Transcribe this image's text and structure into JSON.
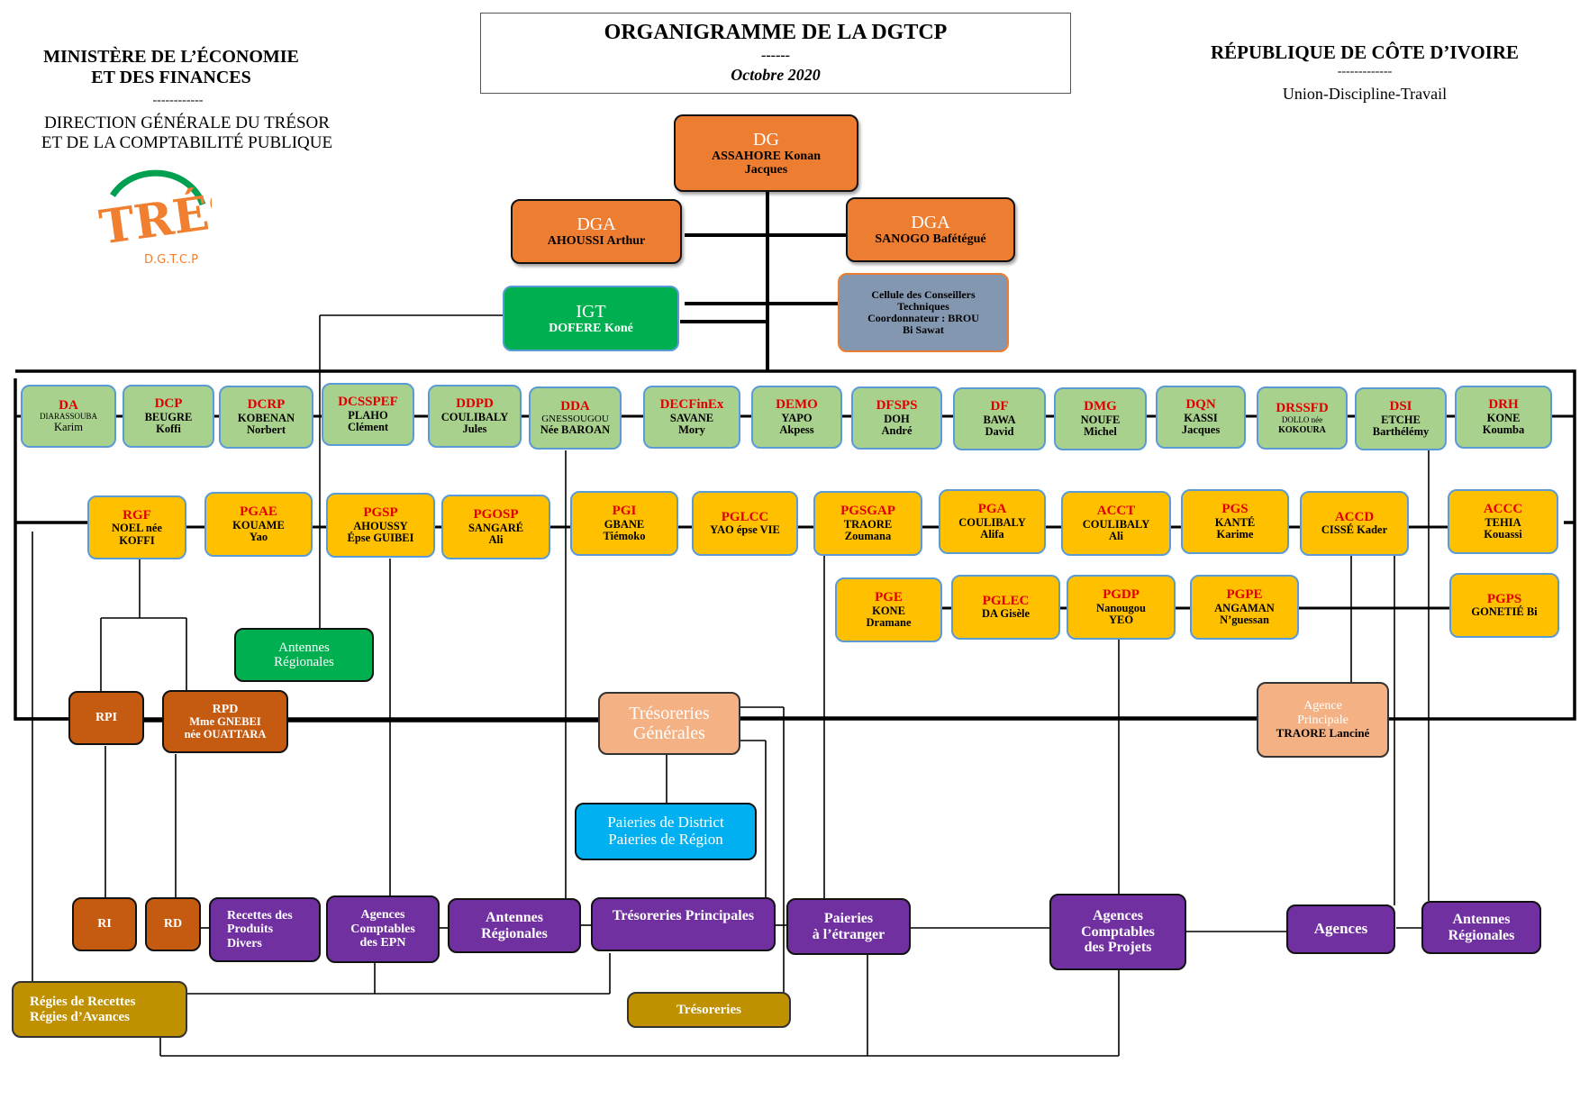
{
  "header": {
    "left_line1": "MINISTÈRE DE L’ÉCONOMIE",
    "left_line2": "ET DES FINANCES",
    "left_sep": "------------",
    "left_line3": "DIRECTION GÉNÉRALE DU TRÉSOR",
    "left_line4": "ET DE LA COMPTABILITÉ PUBLIQUE",
    "title": "ORGANIGRAMME DE LA DGTCP",
    "title_sep": "------",
    "date": "Octobre 2020",
    "right_line1": "RÉPUBLIQUE DE CÔTE D’IVOIRE",
    "right_sep": "-------------",
    "right_line2": "Union-Discipline-Travail"
  },
  "logo": {
    "letters": "TRÉSOR",
    "sub": "D.G.T.C.P"
  },
  "top": {
    "dg": {
      "title": "DG",
      "name1": "ASSAHORE Konan",
      "name2": "Jacques"
    },
    "dga1": {
      "title": "DGA",
      "name": "AHOUSSI Arthur"
    },
    "dga2": {
      "title": "DGA",
      "name": "SANOGO Bafétégué"
    },
    "igt": {
      "title": "IGT",
      "name": "DOFERE Koné"
    },
    "cell": {
      "l1": "Cellule des Conseillers",
      "l2": "Techniques",
      "l3": "Coordonnateur : BROU",
      "l4": "Bi Sawat"
    }
  },
  "directions": [
    {
      "t": "DA",
      "n1": "DIARASSOUBA",
      "n2": "Karim"
    },
    {
      "t": "DCP",
      "n1": "BEUGRE",
      "n2": "Koffi"
    },
    {
      "t": "DCRP",
      "n1": "KOBENAN",
      "n2": "Norbert"
    },
    {
      "t": "DCSSPEF",
      "n1": "PLAHO",
      "n2": "Clément"
    },
    {
      "t": "DDPD",
      "n1": "COULIBALY",
      "n2": "Jules"
    },
    {
      "t": "DDA",
      "n1": "GNESSOUGOU",
      "n2": "Née BAROAN"
    },
    {
      "t": "DECFinEx",
      "n1": "SAVANE",
      "n2": "Mory"
    },
    {
      "t": "DEMO",
      "n1": "YAPO",
      "n2": "Akpess"
    },
    {
      "t": "DFSPS",
      "n1": "DOH",
      "n2": "André"
    },
    {
      "t": "DF",
      "n1": "BAWA",
      "n2": "David"
    },
    {
      "t": "DMG",
      "n1": "NOUFE",
      "n2": "Michel"
    },
    {
      "t": "DQN",
      "n1": "KASSI",
      "n2": "Jacques"
    },
    {
      "t": "DRSSFD",
      "n1": "DOLLO née",
      "n2": "KOKOURA"
    },
    {
      "t": "DSI",
      "n1": "ETCHE",
      "n2": "Barthélémy"
    },
    {
      "t": "DRH",
      "n1": "KONE",
      "n2": "Koumba"
    }
  ],
  "postes1": [
    {
      "t": "RGF",
      "n1": "NOEL née",
      "n2": "KOFFI"
    },
    {
      "t": "PGAE",
      "n1": "KOUAME",
      "n2": "Yao"
    },
    {
      "t": "PGSP",
      "n1": "AHOUSSY",
      "n2": "Épse GUIBEI"
    },
    {
      "t": "PGOSP",
      "n1": "SANGARÉ",
      "n2": "Ali"
    },
    {
      "t": "PGI",
      "n1": "GBANE",
      "n2": "Tiémoko"
    },
    {
      "t": "PGLCC",
      "n1": "YAO épse VIE",
      "n2": ""
    },
    {
      "t": "PGSGAP",
      "n1": "TRAORE",
      "n2": "Zoumana"
    },
    {
      "t": "PGA",
      "n1": "COULIBALY",
      "n2": "Alifa"
    },
    {
      "t": "ACCT",
      "n1": "COULIBALY",
      "n2": "Ali"
    },
    {
      "t": "PGS",
      "n1": "KANTÉ",
      "n2": "Karime"
    },
    {
      "t": "ACCD",
      "n1": "CISSÉ Kader",
      "n2": ""
    },
    {
      "t": "ACCC",
      "n1": "TEHIA",
      "n2": "Kouassi"
    }
  ],
  "postes2": [
    {
      "t": "PGE",
      "n1": "KONE",
      "n2": "Dramane"
    },
    {
      "t": "PGLEC",
      "n1": "DA Gisèle",
      "n2": ""
    },
    {
      "t": "PGDP",
      "n1": "Nanougou",
      "n2": "YEO"
    },
    {
      "t": "PGPE",
      "n1": "ANGAMAN",
      "n2": "N’guessan"
    },
    {
      "t": "PGPS",
      "n1": "GONETIÉ Bi",
      "n2": ""
    }
  ],
  "lower": {
    "antennes_reg_green": {
      "l1": "Antennes",
      "l2": "Régionales"
    },
    "rpi": "RPI",
    "rpd": {
      "t": "RPD",
      "n1": "Mme GNEBEI",
      "n2": "née OUATTARA"
    },
    "tresoreries_gen": {
      "l1": "Trésoreries",
      "l2": "Générales"
    },
    "agence_principale": {
      "l1": "Agence",
      "l2": "Principale",
      "l3": "TRAORE Lanciné"
    },
    "paieries": {
      "l1": "Paieries de District",
      "l2": "Paieries de Région"
    },
    "ri": "RI",
    "rd": "RD",
    "recettes": {
      "l1": "Recettes des",
      "l2": "Produits",
      "l3": "Divers"
    },
    "agences_epn": {
      "l1": "Agences",
      "l2": "Comptables",
      "l3": "des EPN"
    },
    "antennes_reg_purple": {
      "l1": "Antennes",
      "l2": "Régionales"
    },
    "tresoreries_principales": "Trésoreries Principales",
    "paieries_etranger": {
      "l1": "Paieries",
      "l2": "à l’étranger"
    },
    "agences_projets": {
      "l1": "Agences",
      "l2": "Comptables",
      "l3": "des Projets"
    },
    "agences": "Agences",
    "antennes_reg_right": {
      "l1": "Antennes",
      "l2": "Régionales"
    },
    "regies": {
      "l1": "Régies de Recettes",
      "l2": "Régies d’Avances"
    },
    "tresoreries": "Trésoreries"
  }
}
